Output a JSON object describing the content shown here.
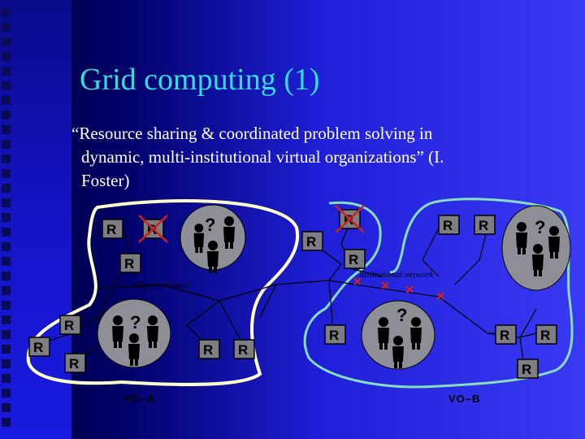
{
  "slide": {
    "title": "Grid computing (1)",
    "quote_line1": "“Resource sharing & coordinated problem solving in",
    "quote_line2": "dynamic, multi-institutional virtual organizations” (I.",
    "quote_line3": "Foster)"
  },
  "diagram": {
    "resource_label": "R",
    "question_label": "?",
    "dispersed_users_label": "dispersed users",
    "institutional_network_label": "institutional network",
    "vo_a_label": "VO–A",
    "vo_b_label": "VO–B",
    "colors": {
      "vo_a_outline": "#ffffcc",
      "vo_b_outline": "#88ddbb",
      "crossed_resource": "#cc2222",
      "users_circle": "#8e8e96"
    },
    "icons": [
      "person-icon",
      "question-mark-icon",
      "crossed-resource-icon"
    ]
  }
}
